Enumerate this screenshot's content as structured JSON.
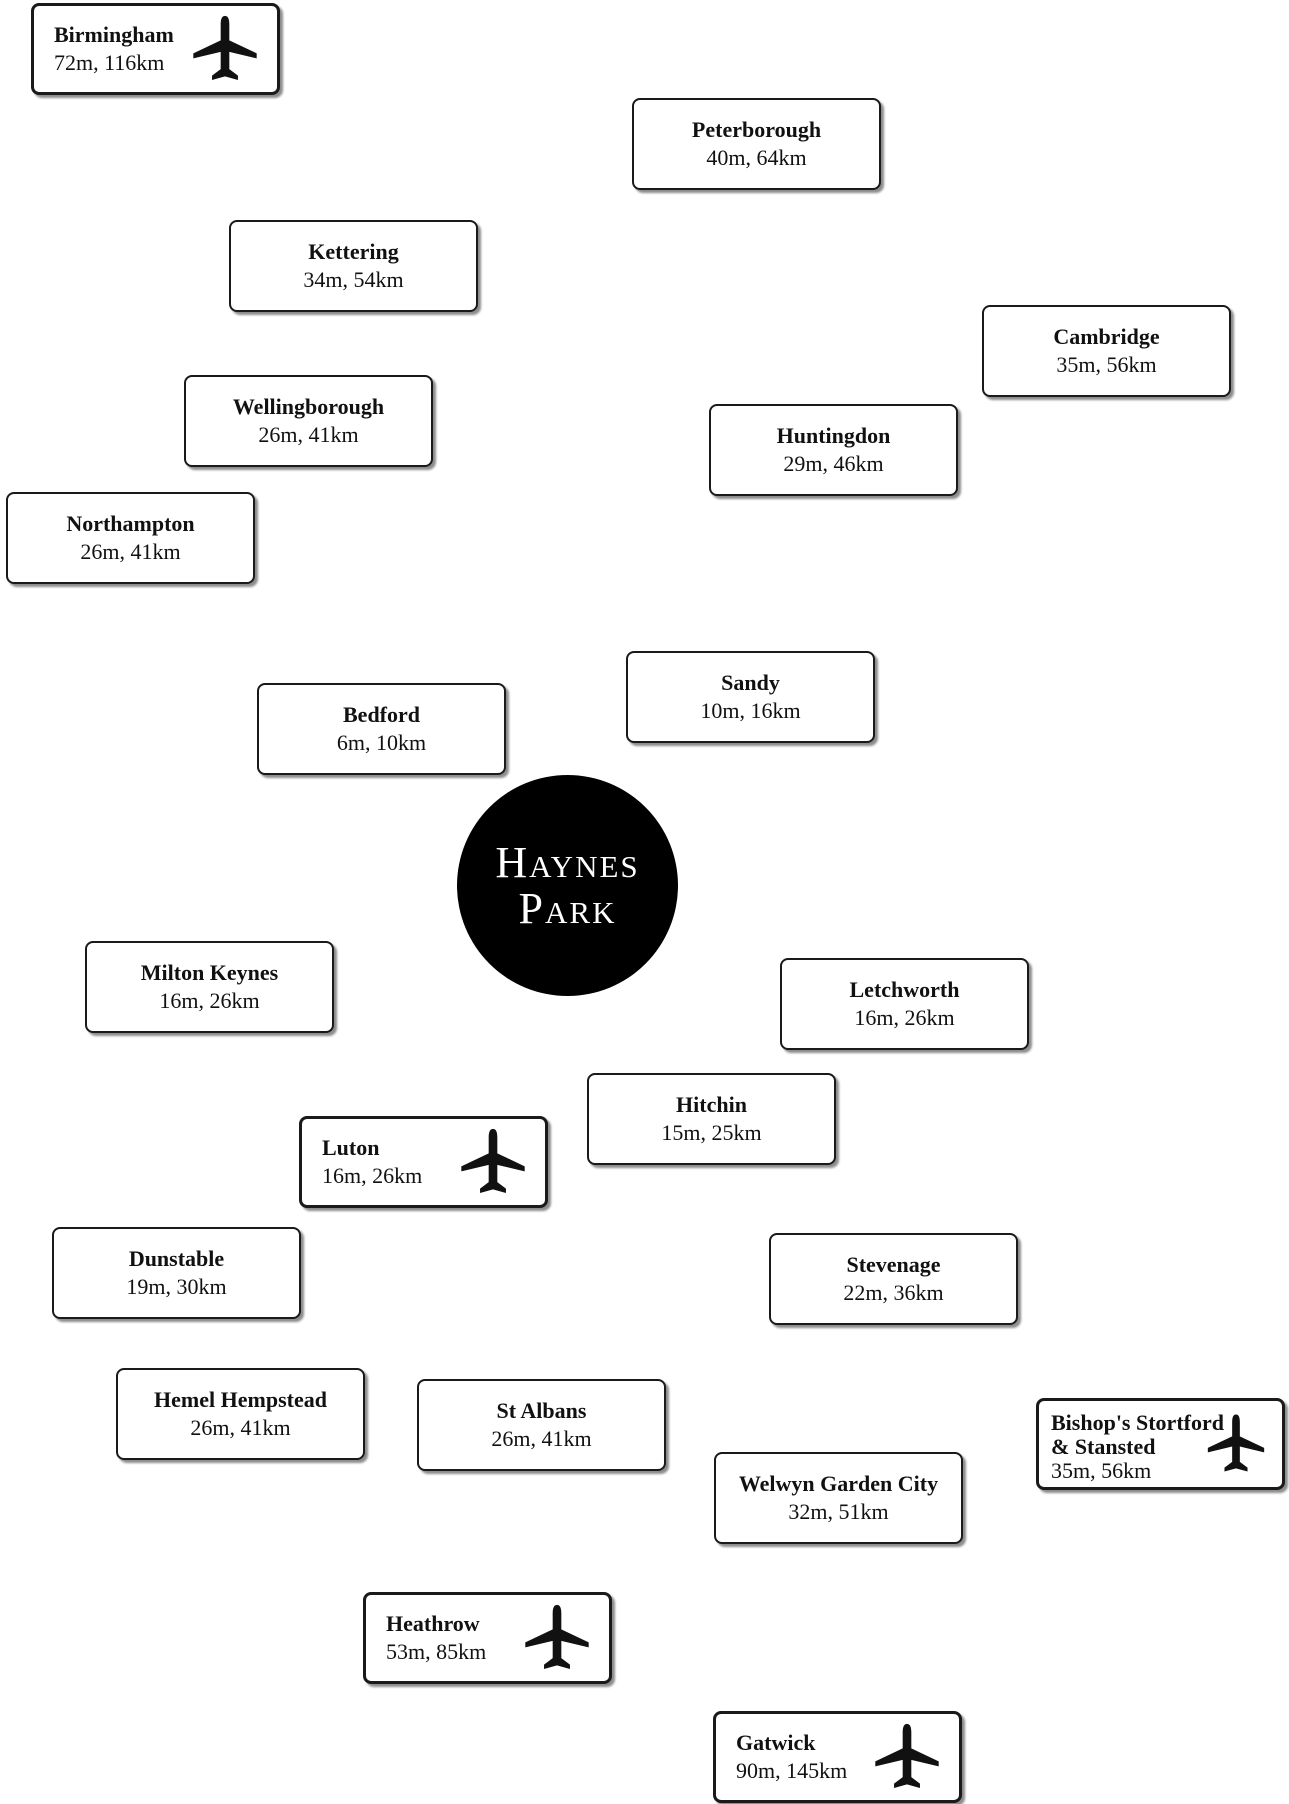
{
  "center": {
    "line1": "Haynes",
    "line2": "Park"
  },
  "signs": [
    {
      "id": "birmingham",
      "name": "Birmingham",
      "distance": "72m, 116km",
      "airport": true
    },
    {
      "id": "peterborough",
      "name": "Peterborough",
      "distance": "40m, 64km",
      "airport": false
    },
    {
      "id": "kettering",
      "name": "Kettering",
      "distance": "34m, 54km",
      "airport": false
    },
    {
      "id": "cambridge",
      "name": "Cambridge",
      "distance": "35m, 56km",
      "airport": false
    },
    {
      "id": "wellingborough",
      "name": "Wellingborough",
      "distance": "26m, 41km",
      "airport": false
    },
    {
      "id": "huntingdon",
      "name": "Huntingdon",
      "distance": "29m, 46km",
      "airport": false
    },
    {
      "id": "northampton",
      "name": "Northampton",
      "distance": "26m, 41km",
      "airport": false
    },
    {
      "id": "sandy",
      "name": "Sandy",
      "distance": "10m, 16km",
      "airport": false
    },
    {
      "id": "bedford",
      "name": "Bedford",
      "distance": "6m, 10km",
      "airport": false
    },
    {
      "id": "milton-keynes",
      "name": "Milton Keynes",
      "distance": "16m, 26km",
      "airport": false
    },
    {
      "id": "letchworth",
      "name": "Letchworth",
      "distance": "16m, 26km",
      "airport": false
    },
    {
      "id": "hitchin",
      "name": "Hitchin",
      "distance": "15m, 25km",
      "airport": false
    },
    {
      "id": "luton",
      "name": "Luton",
      "distance": "16m, 26km",
      "airport": true
    },
    {
      "id": "dunstable",
      "name": "Dunstable",
      "distance": "19m, 30km",
      "airport": false
    },
    {
      "id": "stevenage",
      "name": "Stevenage",
      "distance": "22m, 36km",
      "airport": false
    },
    {
      "id": "hemel-hempstead",
      "name": "Hemel Hempstead",
      "distance": "26m, 41km",
      "airport": false
    },
    {
      "id": "st-albans",
      "name": "St Albans",
      "distance": "26m, 41km",
      "airport": false
    },
    {
      "id": "bishops-stortford",
      "name": "Bishop's Stortford",
      "name_line2": "& Stansted",
      "distance": "35m, 56km",
      "airport": true
    },
    {
      "id": "welwyn-garden-city",
      "name": "Welwyn Garden City",
      "distance": "32m, 51km",
      "airport": false
    },
    {
      "id": "heathrow",
      "name": "Heathrow",
      "distance": "53m, 85km",
      "airport": true
    },
    {
      "id": "gatwick",
      "name": "Gatwick",
      "distance": "90m, 145km",
      "airport": true
    }
  ],
  "icons": {
    "airport": "airplane-icon"
  }
}
